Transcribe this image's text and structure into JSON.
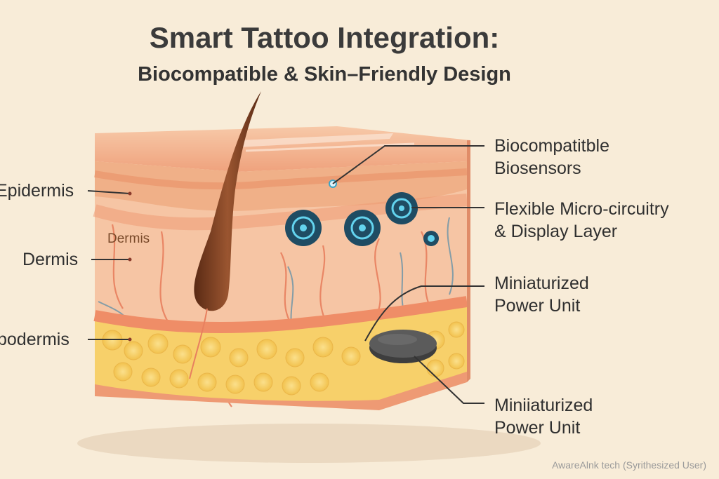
{
  "title": "Smart Tattoo Integration:",
  "subtitle": "Biocompatible & Skin–Friendly Design",
  "left_labels": {
    "epidermis": "Epidermis",
    "dermis": "Dermis",
    "hypodermis": "podermis"
  },
  "inner_label": "Dermis",
  "right_labels": {
    "biosensors": [
      "Biocompatitble",
      "Biosensors"
    ],
    "circuitry": [
      "Flexible Micro-circuitry",
      "& Display Layer"
    ],
    "power_unit_1": [
      "Miniaturized",
      "Power Unit"
    ],
    "power_unit_2": [
      "Miniiaturized",
      "Power Unit"
    ]
  },
  "credit": "AwareAlnk tech (Syrithesized User)",
  "colors": {
    "background": "#f8ecd8",
    "epidermis": "#f3b590",
    "dermis": "#f6c5a4",
    "fat": "#f7d06a",
    "hair": "#7a3e23",
    "sensor_ring": "#43b6d6",
    "sensor_core": "#1f4c63",
    "power_unit": "#4a4a4a"
  },
  "icons": {
    "sensor": "glowing-ring-icon",
    "power": "battery-disc-icon"
  }
}
